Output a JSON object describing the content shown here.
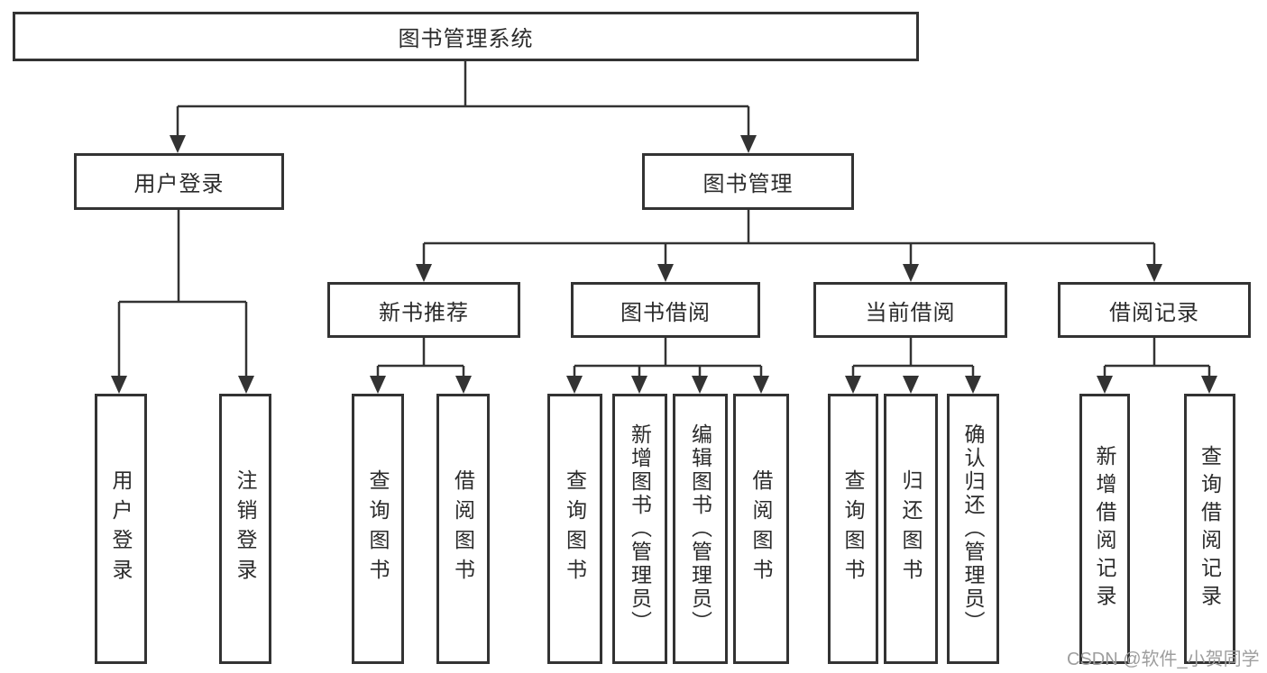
{
  "diagram": {
    "tree": {
      "label": "图书管理系统",
      "children": [
        {
          "label": "用户登录",
          "children": [
            {
              "label": "用户登录"
            },
            {
              "label": "注销登录"
            }
          ]
        },
        {
          "label": "图书管理",
          "children": [
            {
              "label": "新书推荐",
              "children": [
                {
                  "label": "查询图书"
                },
                {
                  "label": "借阅图书"
                }
              ]
            },
            {
              "label": "图书借阅",
              "children": [
                {
                  "label": "查询图书"
                },
                {
                  "label": "新增图书（管理员）"
                },
                {
                  "label": "编辑图书（管理员）"
                },
                {
                  "label": "借阅图书"
                }
              ]
            },
            {
              "label": "当前借阅",
              "children": [
                {
                  "label": "查询图书"
                },
                {
                  "label": "归还图书"
                },
                {
                  "label": "确认归还（管理员）"
                }
              ]
            },
            {
              "label": "借阅记录",
              "children": [
                {
                  "label": "新增借阅记录"
                },
                {
                  "label": "查询借阅记录"
                }
              ]
            }
          ]
        }
      ]
    }
  },
  "watermark": {
    "text": "CSDN @软件_小贺同学"
  },
  "colors": {
    "line": "#333333",
    "box_border": "#333333",
    "text": "#2b2b2b",
    "watermark": "#9e9e9e",
    "background": "#ffffff"
  }
}
